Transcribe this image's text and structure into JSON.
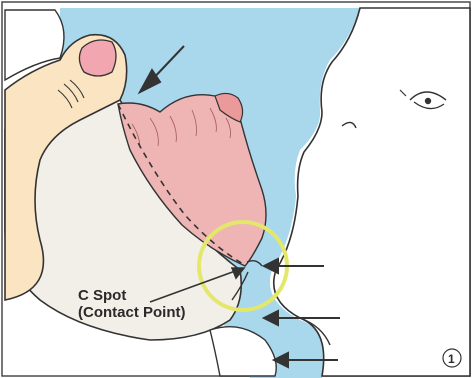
{
  "figure": {
    "label_line1": "C Spot",
    "label_line2": "(Contact Point)",
    "figure_number": "1"
  },
  "colors": {
    "background": "#f6f4ee",
    "blue_region": "#a9d7ec",
    "pink_region": "#efb5b5",
    "skin": "#fae4c2",
    "nail": "#f2a7b0",
    "outline": "#333333",
    "contact_ring": "#e3e86a",
    "frame": "#4a4a4a"
  },
  "icons": [
    "arrow-icon",
    "eye-icon",
    "contact-point-ring-icon"
  ]
}
